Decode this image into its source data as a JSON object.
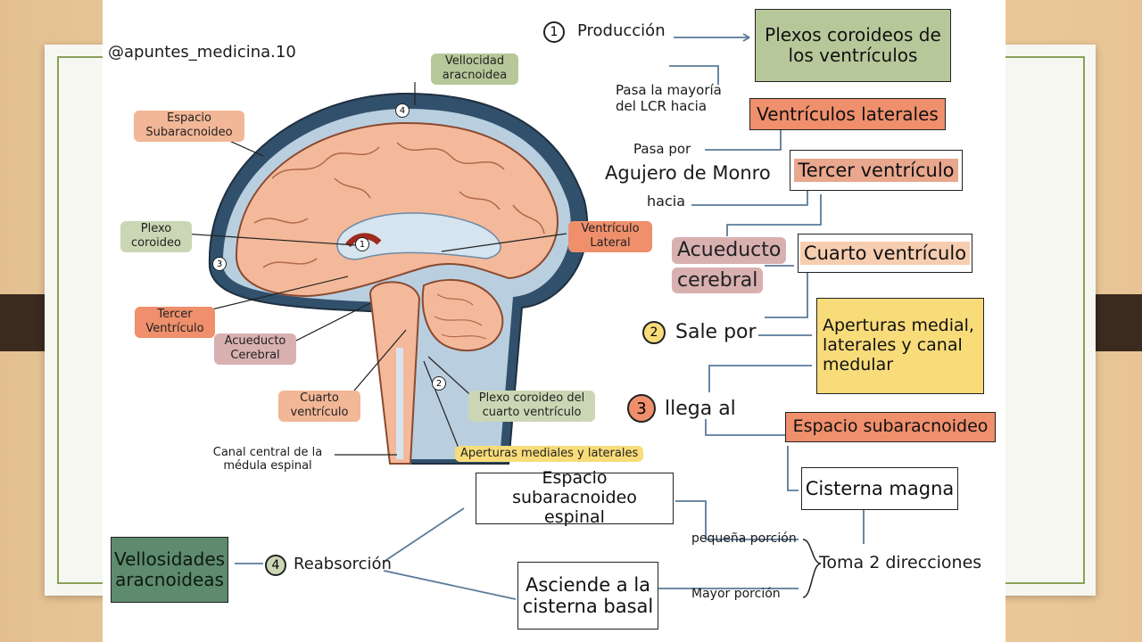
{
  "watermark": "@apuntes_medicina.10",
  "flow": {
    "step1_num": "1",
    "step1_label": "Producción",
    "plexos_box": "Plexos coroideos de los ventrículos",
    "pasa_mayoria": "Pasa la mayoría del LCR hacia",
    "ventriculos_laterales": "Ventrículos laterales",
    "pasa_por": "Pasa por",
    "agujero_monro": "Agujero de Monro",
    "hacia": "hacia",
    "tercer_ventriculo": "Tercer ventrículo",
    "acueducto_line1": "Acueducto",
    "acueducto_line2": "cerebral",
    "cuarto_ventriculo": "Cuarto ventrículo",
    "step2_num": "2",
    "step2_label": "Sale por",
    "aperturas_box": "Aperturas medial, laterales y canal medular",
    "step3_num": "3",
    "step3_label": "llega al",
    "espacio_subaracnoideo": "Espacio subaracnoideo",
    "cisterna_magna": "Cisterna magna",
    "toma_direcciones": "Toma 2 direcciones",
    "pequena_porcion": "pequeña porción",
    "mayor_porcion": "Mayor porción",
    "espinal_box": "Espacio subaracnoideo espinal",
    "cisterna_basal_box": "Asciende a la cisterna basal",
    "step4_num": "4",
    "step4_label": "Reabsorción",
    "vellosidades_box": "Vellosidades aracnoideas"
  },
  "anatomy_labels": {
    "vellocidad_aracnoidea": "Vellocidad aracnoidea",
    "espacio_subaracnoideo": "Espacio Subaracnoideo",
    "plexo_coroideo": "Plexo coroideo",
    "ventriculo_lateral": "Ventrículo Lateral",
    "tercer_ventriculo": "Tercer Ventrículo",
    "acueducto_cerebral": "Acueducto Cerebral",
    "cuarto_ventriculo": "Cuarto ventrículo",
    "plexo_coroideo_cuarto": "Plexo coroideo del cuarto ventrículo",
    "canal_central": "Canal central de la médula espinal",
    "aperturas_mediales": "Aperturas mediales y laterales",
    "marker_1": "1",
    "marker_2": "2",
    "marker_3": "3",
    "marker_4": "4"
  },
  "colors": {
    "green_box": "#b6c89a",
    "salmon": "#ef8f6c",
    "peach": "#f2b796",
    "yellow_box": "#f8dc7a",
    "dark_green_box": "#5e8a6d",
    "brain": "#f4b99a",
    "meninges": "#2f4f6a"
  }
}
